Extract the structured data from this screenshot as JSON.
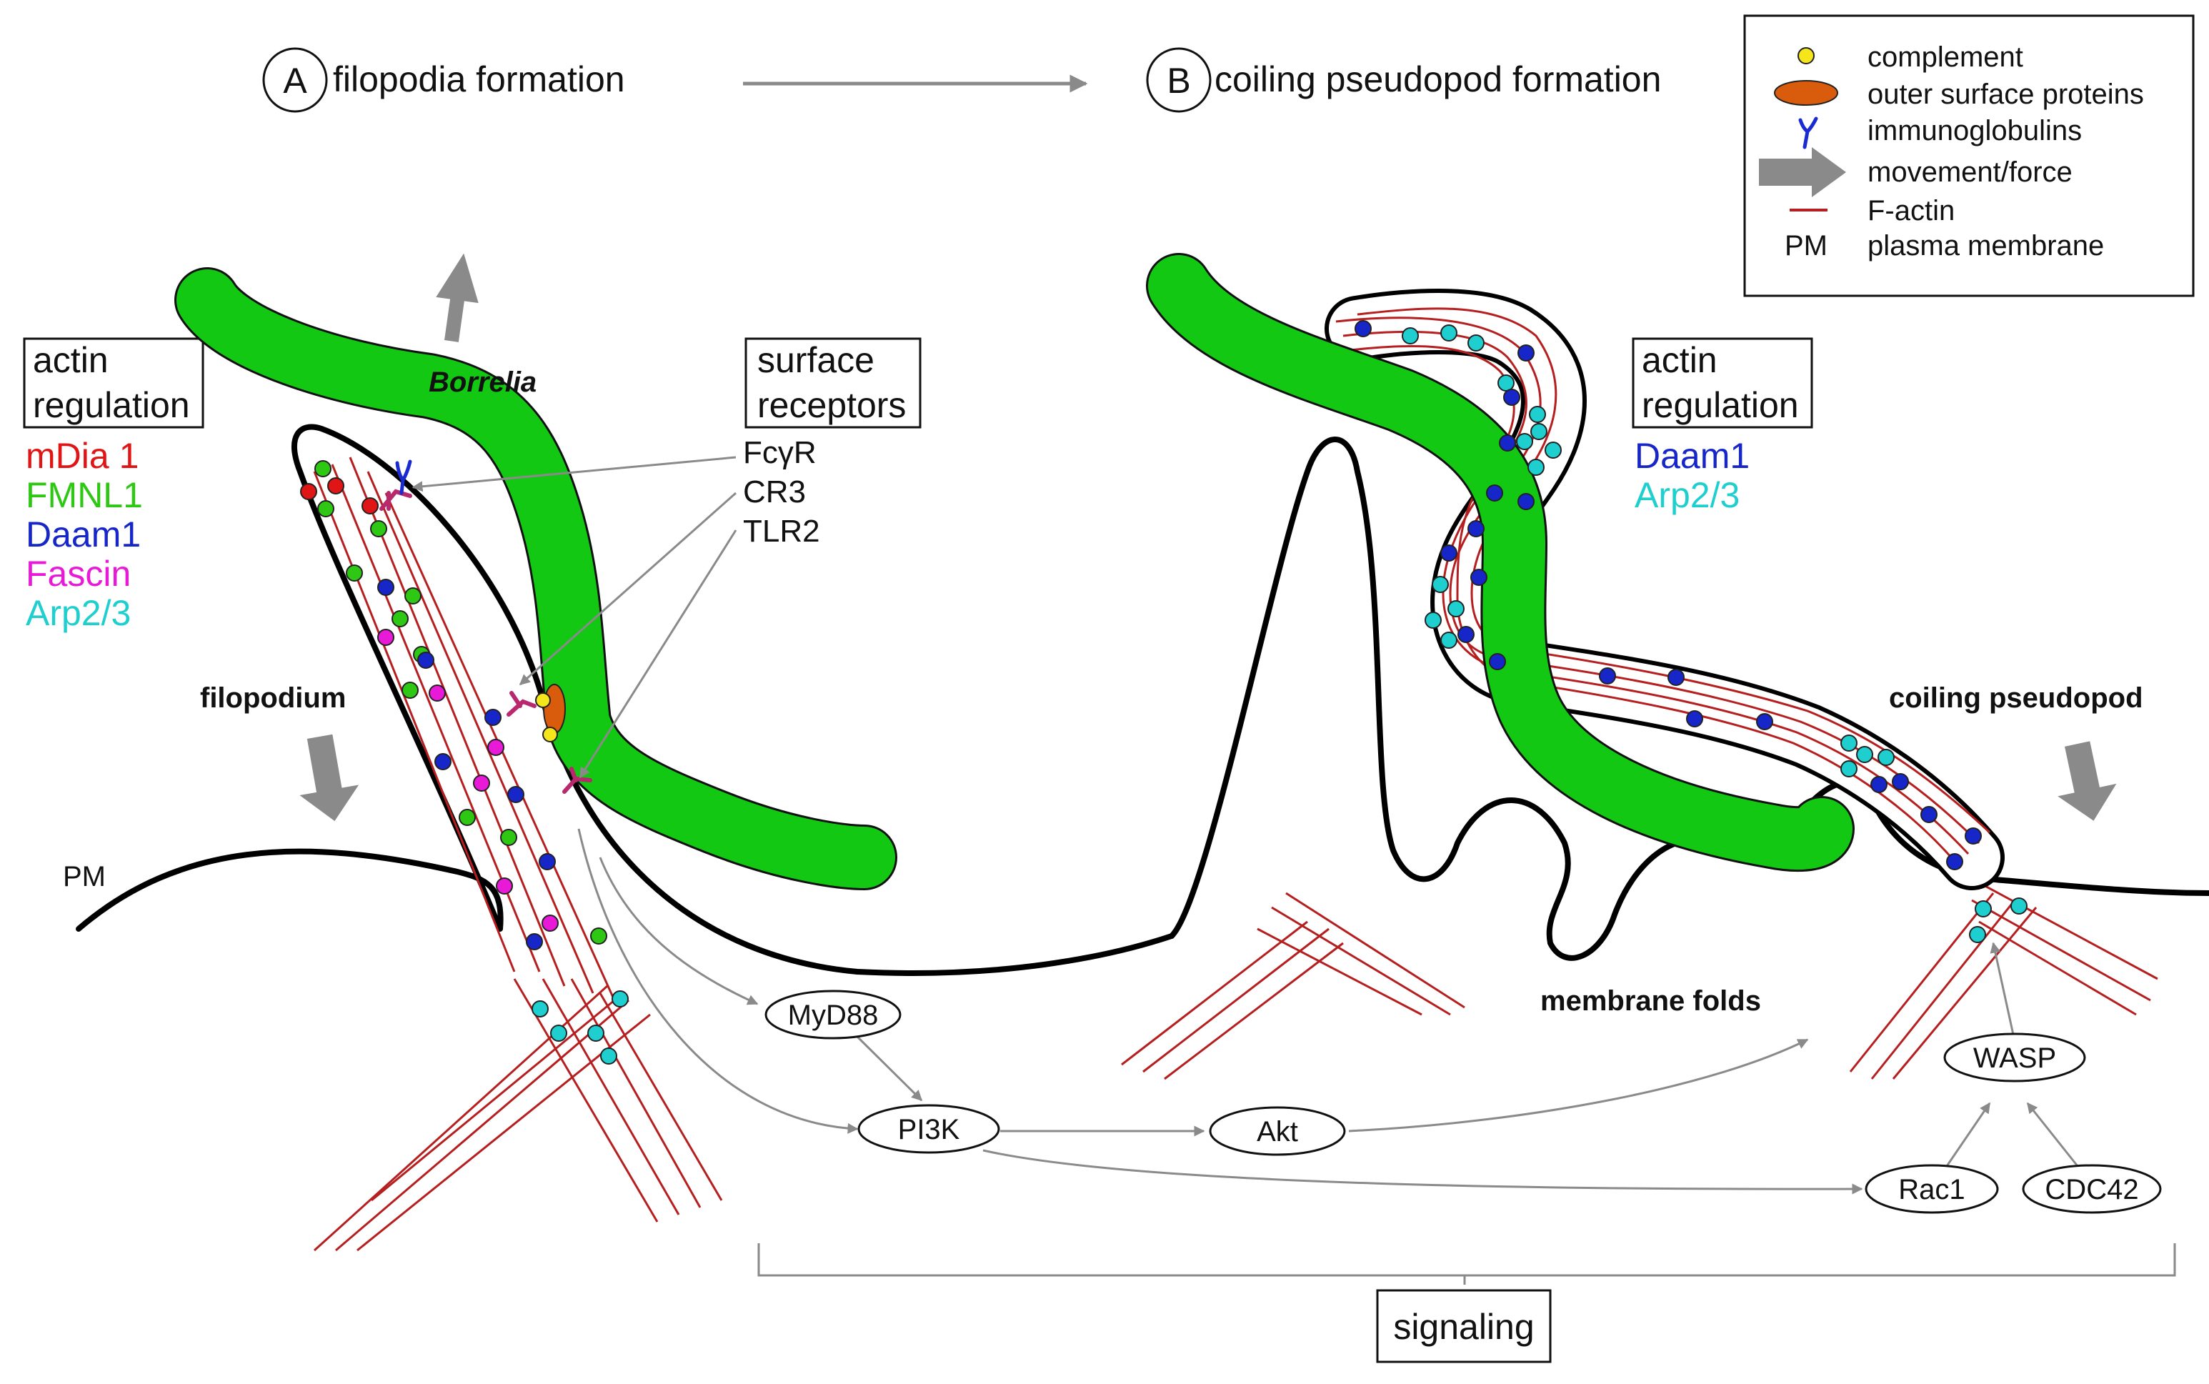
{
  "colors": {
    "borrelia": "#12c812",
    "factin": "#b51f1f",
    "complement": "#f4e61a",
    "osp": "#d95b0c",
    "ig": "#1a2bd1",
    "receptor": "#b8286d",
    "mDia1": "#e01515",
    "FMNL1": "#2ec814",
    "Daam1": "#1626c8",
    "Fascin": "#e81ad8",
    "Arp23": "#1fcfcf",
    "arrow": "#8a8a8a"
  },
  "titles": {
    "a_letter": "A",
    "a_title": "filopodia formation",
    "b_letter": "B",
    "b_title": "coiling pseudopod formation"
  },
  "legend": [
    {
      "icon": "complement-icon",
      "label": "complement"
    },
    {
      "icon": "outer-surface-protein-icon",
      "label": "outer surface proteins"
    },
    {
      "icon": "immunoglobulin-icon",
      "label": "immunoglobulins"
    },
    {
      "icon": "movement-arrow-icon",
      "label": "movement/force"
    },
    {
      "icon": "f-actin-line-icon",
      "label": "F-actin"
    },
    {
      "icon": "PM",
      "label": "plasma membrane"
    }
  ],
  "panel_a": {
    "actin_box": [
      "actin",
      "regulation"
    ],
    "regulators": [
      "mDia 1",
      "FMNL1",
      "Daam1",
      "Fascin",
      "Arp2/3"
    ],
    "borrelia_label": "Borrelia",
    "filopodium_label": "filopodium",
    "pm_label": "PM",
    "receptors_box": [
      "surface",
      "receptors"
    ],
    "receptors": [
      "FcγR",
      "CR3",
      "TLR2"
    ]
  },
  "panel_b": {
    "actin_box": [
      "actin",
      "regulation"
    ],
    "regulators": [
      "Daam1",
      "Arp2/3"
    ],
    "coiling_label": "coiling pseudopod",
    "folds_label": "membrane folds"
  },
  "signaling": {
    "nodes": [
      "MyD88",
      "PI3K",
      "Akt",
      "WASP",
      "Rac1",
      "CDC42"
    ],
    "label": "signaling"
  }
}
